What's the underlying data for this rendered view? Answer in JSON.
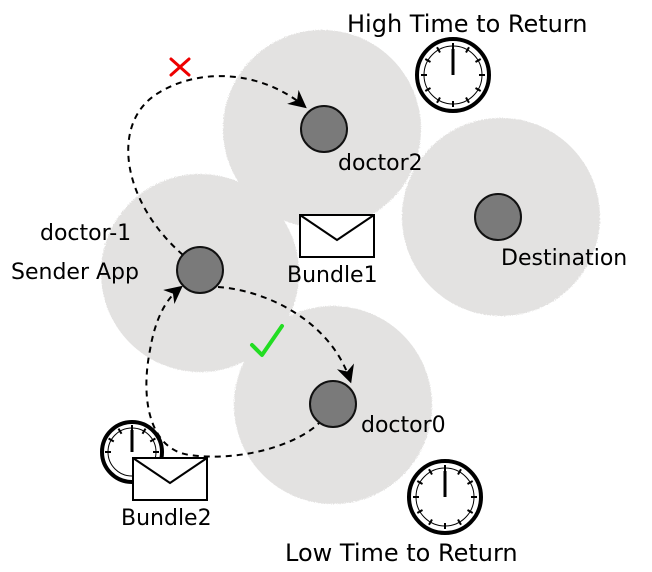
{
  "labels": {
    "high_ttr": "High Time to Return",
    "low_ttr": "Low Time to Return",
    "doctor2": "doctor2",
    "doctor_minus_1": "doctor-1",
    "sender_app": "Sender App",
    "destination": "Destination",
    "doctor0": "doctor0",
    "bundle1": "Bundle1",
    "bundle2": "Bundle2"
  },
  "colors": {
    "coverage": "#e3e2e1",
    "node_fill": "#7a7a7a",
    "node_stroke": "#111111",
    "path": "#000000",
    "fail_mark": "#ee0000",
    "success_mark": "#22dd22",
    "clock_face": "#ffffff"
  },
  "icons": {
    "fail": "red-cross-icon",
    "success": "green-check-icon",
    "clock": "clock-icon",
    "envelope": "envelope-icon"
  }
}
